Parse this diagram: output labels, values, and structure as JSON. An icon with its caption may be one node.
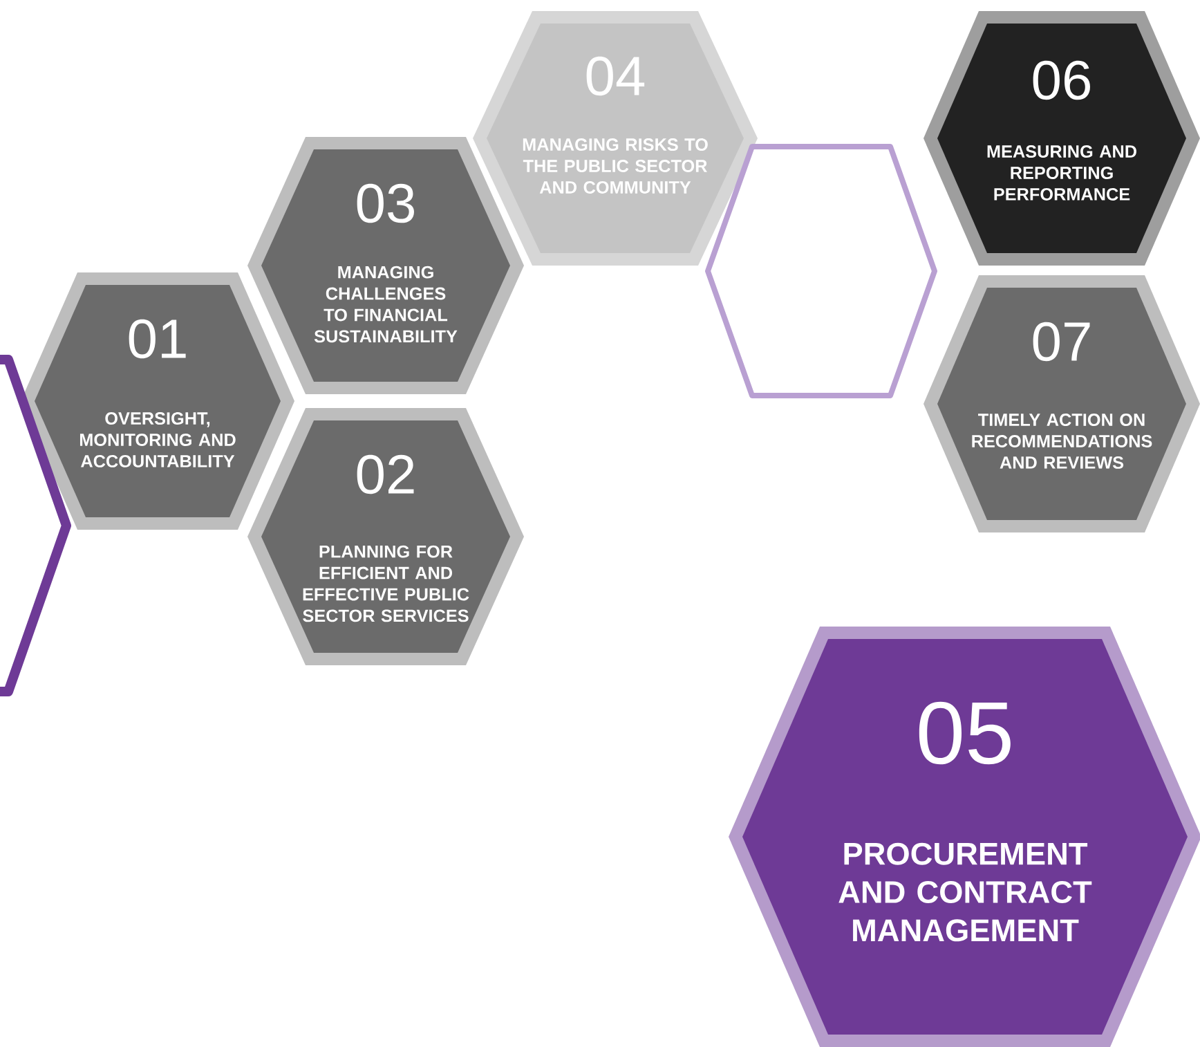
{
  "diagram": {
    "nodes": [
      {
        "text": [
          "01",
          "OVERSIGHT, MONITORING AND ACCOUNTABILITY"
        ]
      },
      {
        "text": [
          "02",
          "PLANNING FOR EFFICIENT AND EFFECTIVE PUBLIC SECTOR SERVICES"
        ]
      },
      {
        "text": [
          "03",
          "MANAGING CHALLENGES TO FINANCIAL SUSTAINABILITY"
        ]
      },
      {
        "text": [
          "04",
          "MANAGING RISKS TO THE PUBLIC SECTOR AND COMMUNITY"
        ]
      },
      {
        "text": [
          "05",
          "PROCUREMENT AND CONTRACT MANAGEMENT"
        ]
      },
      {
        "text": [
          "06",
          "MEASURING AND REPORTING PERFORMANCE"
        ]
      },
      {
        "text": [
          "07",
          "TIMELY ACTION ON RECOMMENDATIONS AND REVIEWS"
        ]
      },
      {
        "text": [],
        "shape": "hexagon"
      },
      {
        "text": [],
        "shape": "hexagon"
      }
    ]
  }
}
